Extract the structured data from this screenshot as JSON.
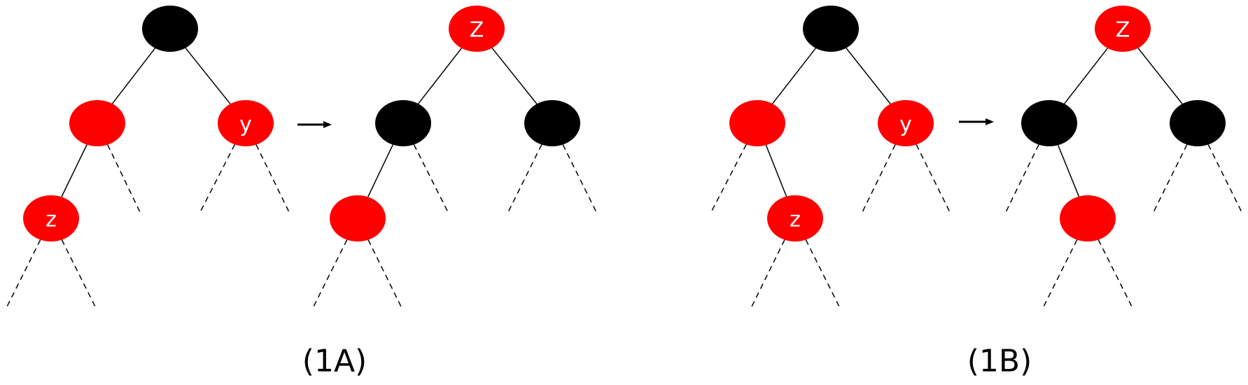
{
  "colors": {
    "red": "#ff0000",
    "black": "#000000",
    "label": "#ffffff",
    "line": "#000000"
  },
  "diagrams": [
    {
      "caption": "(1A)",
      "before": {
        "nodes": [
          {
            "id": "a1",
            "color": "black",
            "label": ""
          },
          {
            "id": "a2",
            "color": "red",
            "label": ""
          },
          {
            "id": "a3",
            "color": "red",
            "label": "y"
          },
          {
            "id": "a4",
            "color": "red",
            "label": "z"
          }
        ]
      },
      "after": {
        "nodes": [
          {
            "id": "b1",
            "color": "red",
            "label": "Z"
          },
          {
            "id": "b2",
            "color": "black",
            "label": ""
          },
          {
            "id": "b3",
            "color": "black",
            "label": ""
          },
          {
            "id": "b4",
            "color": "red",
            "label": ""
          }
        ]
      }
    },
    {
      "caption": "(1B)",
      "before": {
        "nodes": [
          {
            "id": "c1",
            "color": "black",
            "label": ""
          },
          {
            "id": "c2",
            "color": "red",
            "label": ""
          },
          {
            "id": "c3",
            "color": "red",
            "label": "y"
          },
          {
            "id": "c4",
            "color": "red",
            "label": "z"
          }
        ]
      },
      "after": {
        "nodes": [
          {
            "id": "d1",
            "color": "red",
            "label": "Z"
          },
          {
            "id": "d2",
            "color": "black",
            "label": ""
          },
          {
            "id": "d3",
            "color": "black",
            "label": ""
          },
          {
            "id": "d4",
            "color": "red",
            "label": ""
          }
        ]
      }
    }
  ]
}
